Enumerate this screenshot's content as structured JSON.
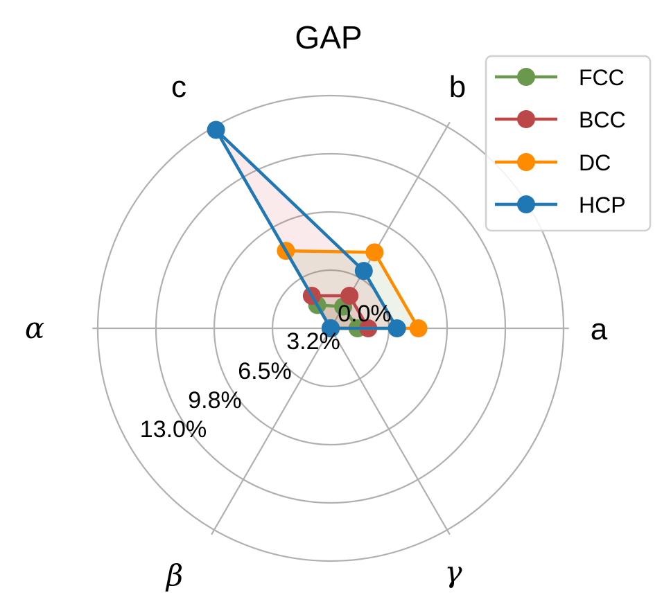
{
  "chart_data": {
    "type": "radar",
    "title": "GAP",
    "axes": [
      "a",
      "b",
      "c",
      "α",
      "β",
      "γ"
    ],
    "axis_angles_deg": [
      0,
      60,
      120,
      180,
      240,
      300
    ],
    "radial_ticks": [
      "0.0%",
      "3.2%",
      "6.5%",
      "9.8%",
      "13.0%"
    ],
    "radial_tick_values": [
      0.0,
      3.25,
      6.5,
      9.75,
      13.0
    ],
    "rlim": [
      0,
      13.3
    ],
    "grid": true,
    "legend_position": "upper right",
    "series": [
      {
        "name": "FCC",
        "color": "#6a994e",
        "fill": "#6a994e",
        "values": [
          1.5,
          1.4,
          1.5,
          0.0,
          0.0,
          0.0
        ]
      },
      {
        "name": "BCC",
        "color": "#bc4749",
        "fill": "#bc4749",
        "values": [
          2.1,
          2.1,
          2.1,
          0.0,
          0.0,
          0.0
        ]
      },
      {
        "name": "DC",
        "color": "#ff8c00",
        "fill": "#6a994e",
        "values": [
          4.9,
          4.9,
          5.0,
          0.0,
          0.0,
          0.0
        ]
      },
      {
        "name": "HCP",
        "color": "#1f77b4",
        "fill": "#d9535a",
        "values": [
          3.7,
          3.7,
          12.8,
          0.0,
          0.0,
          0.0
        ]
      }
    ]
  },
  "legend": {
    "items": [
      {
        "label": "FCC"
      },
      {
        "label": "BCC"
      },
      {
        "label": "DC"
      },
      {
        "label": "HCP"
      }
    ]
  }
}
